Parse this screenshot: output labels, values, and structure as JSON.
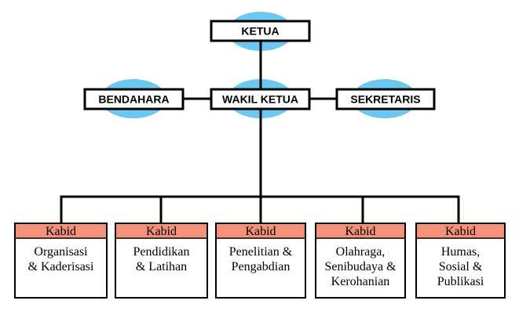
{
  "colors": {
    "ellipse": "#6cc8f0",
    "header_fill": "#f4917a",
    "line": "#000000",
    "box_fill": "#ffffff"
  },
  "nodes": {
    "ketua": "KETUA",
    "wakil_ketua": "WAKIL KETUA",
    "bendahara": "BENDAHARA",
    "sekretaris": "SEKRETARIS"
  },
  "divisions": [
    {
      "header": "Kabid",
      "lines": [
        "Organisasi",
        "& Kaderisasi"
      ]
    },
    {
      "header": "Kabid",
      "lines": [
        "Pendidikan",
        "& Latihan"
      ]
    },
    {
      "header": "Kabid",
      "lines": [
        "Penelitian &",
        "Pengabdian"
      ]
    },
    {
      "header": "Kabid",
      "lines": [
        "Olahraga,",
        "Senibudaya &",
        "Kerohanian"
      ]
    },
    {
      "header": "Kabid",
      "lines": [
        "Humas,",
        "Sosial &",
        "Publikasi"
      ]
    }
  ]
}
